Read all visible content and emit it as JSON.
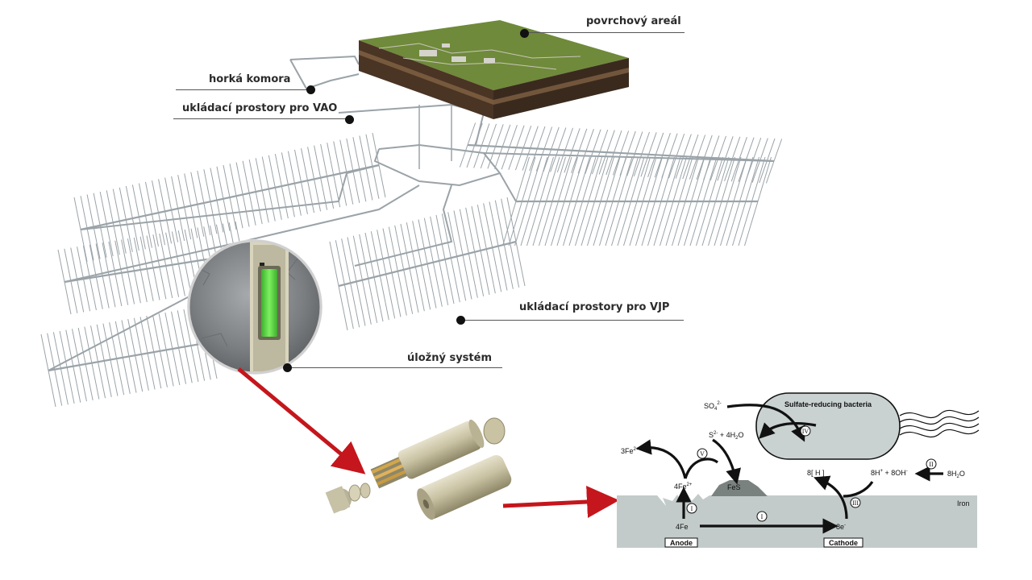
{
  "labels": {
    "surface": "povrchový areál",
    "hot_cell": "horká komora",
    "hlw_storage": "ukládací prostory pro VAO",
    "snf_storage": "ukládací prostory pro VJP",
    "disposal_system": "úložný systém"
  },
  "corrosion": {
    "bacteria": "Sulfate-reducing bacteria",
    "so4": "SO",
    "so4_sub": "4",
    "so4_sup": "2-",
    "s_h2o_a": "S",
    "s_h2o_sup": "2-",
    "s_h2o_b": " + 4H",
    "s_h2o_sub": "2",
    "s_h2o_c": "O",
    "fe2_out_a": "3Fe",
    "fe2_out_sup": "2+",
    "fe2_a": "4Fe",
    "fe2_sup": "2+",
    "fes": "FeS",
    "h8": "8[ H ]",
    "h_oh_a": "8H",
    "h_oh_sup1": "+",
    "h_oh_b": " + 8OH",
    "h_oh_sup2": "-",
    "h2o_a": "8H",
    "h2o_sub": "2",
    "h2o_b": "O",
    "iron": "Iron",
    "fe4": "4Fe",
    "e8_a": "8e",
    "e8_sup": "-",
    "anode": "Anode",
    "cathode": "Cathode",
    "step_i": "I",
    "step_ii": "II",
    "step_iii": "III",
    "step_iv": "IV",
    "step_v": "V"
  },
  "colors": {
    "arrow_red": "#c4161c",
    "iron": "#c2cbca",
    "bacteria": "#c9d2d1",
    "terrain": "#6f8a3a",
    "tunnels": "#9aa3a8",
    "rock": "#8a8d90",
    "canister_glow": "#5fd34a"
  }
}
